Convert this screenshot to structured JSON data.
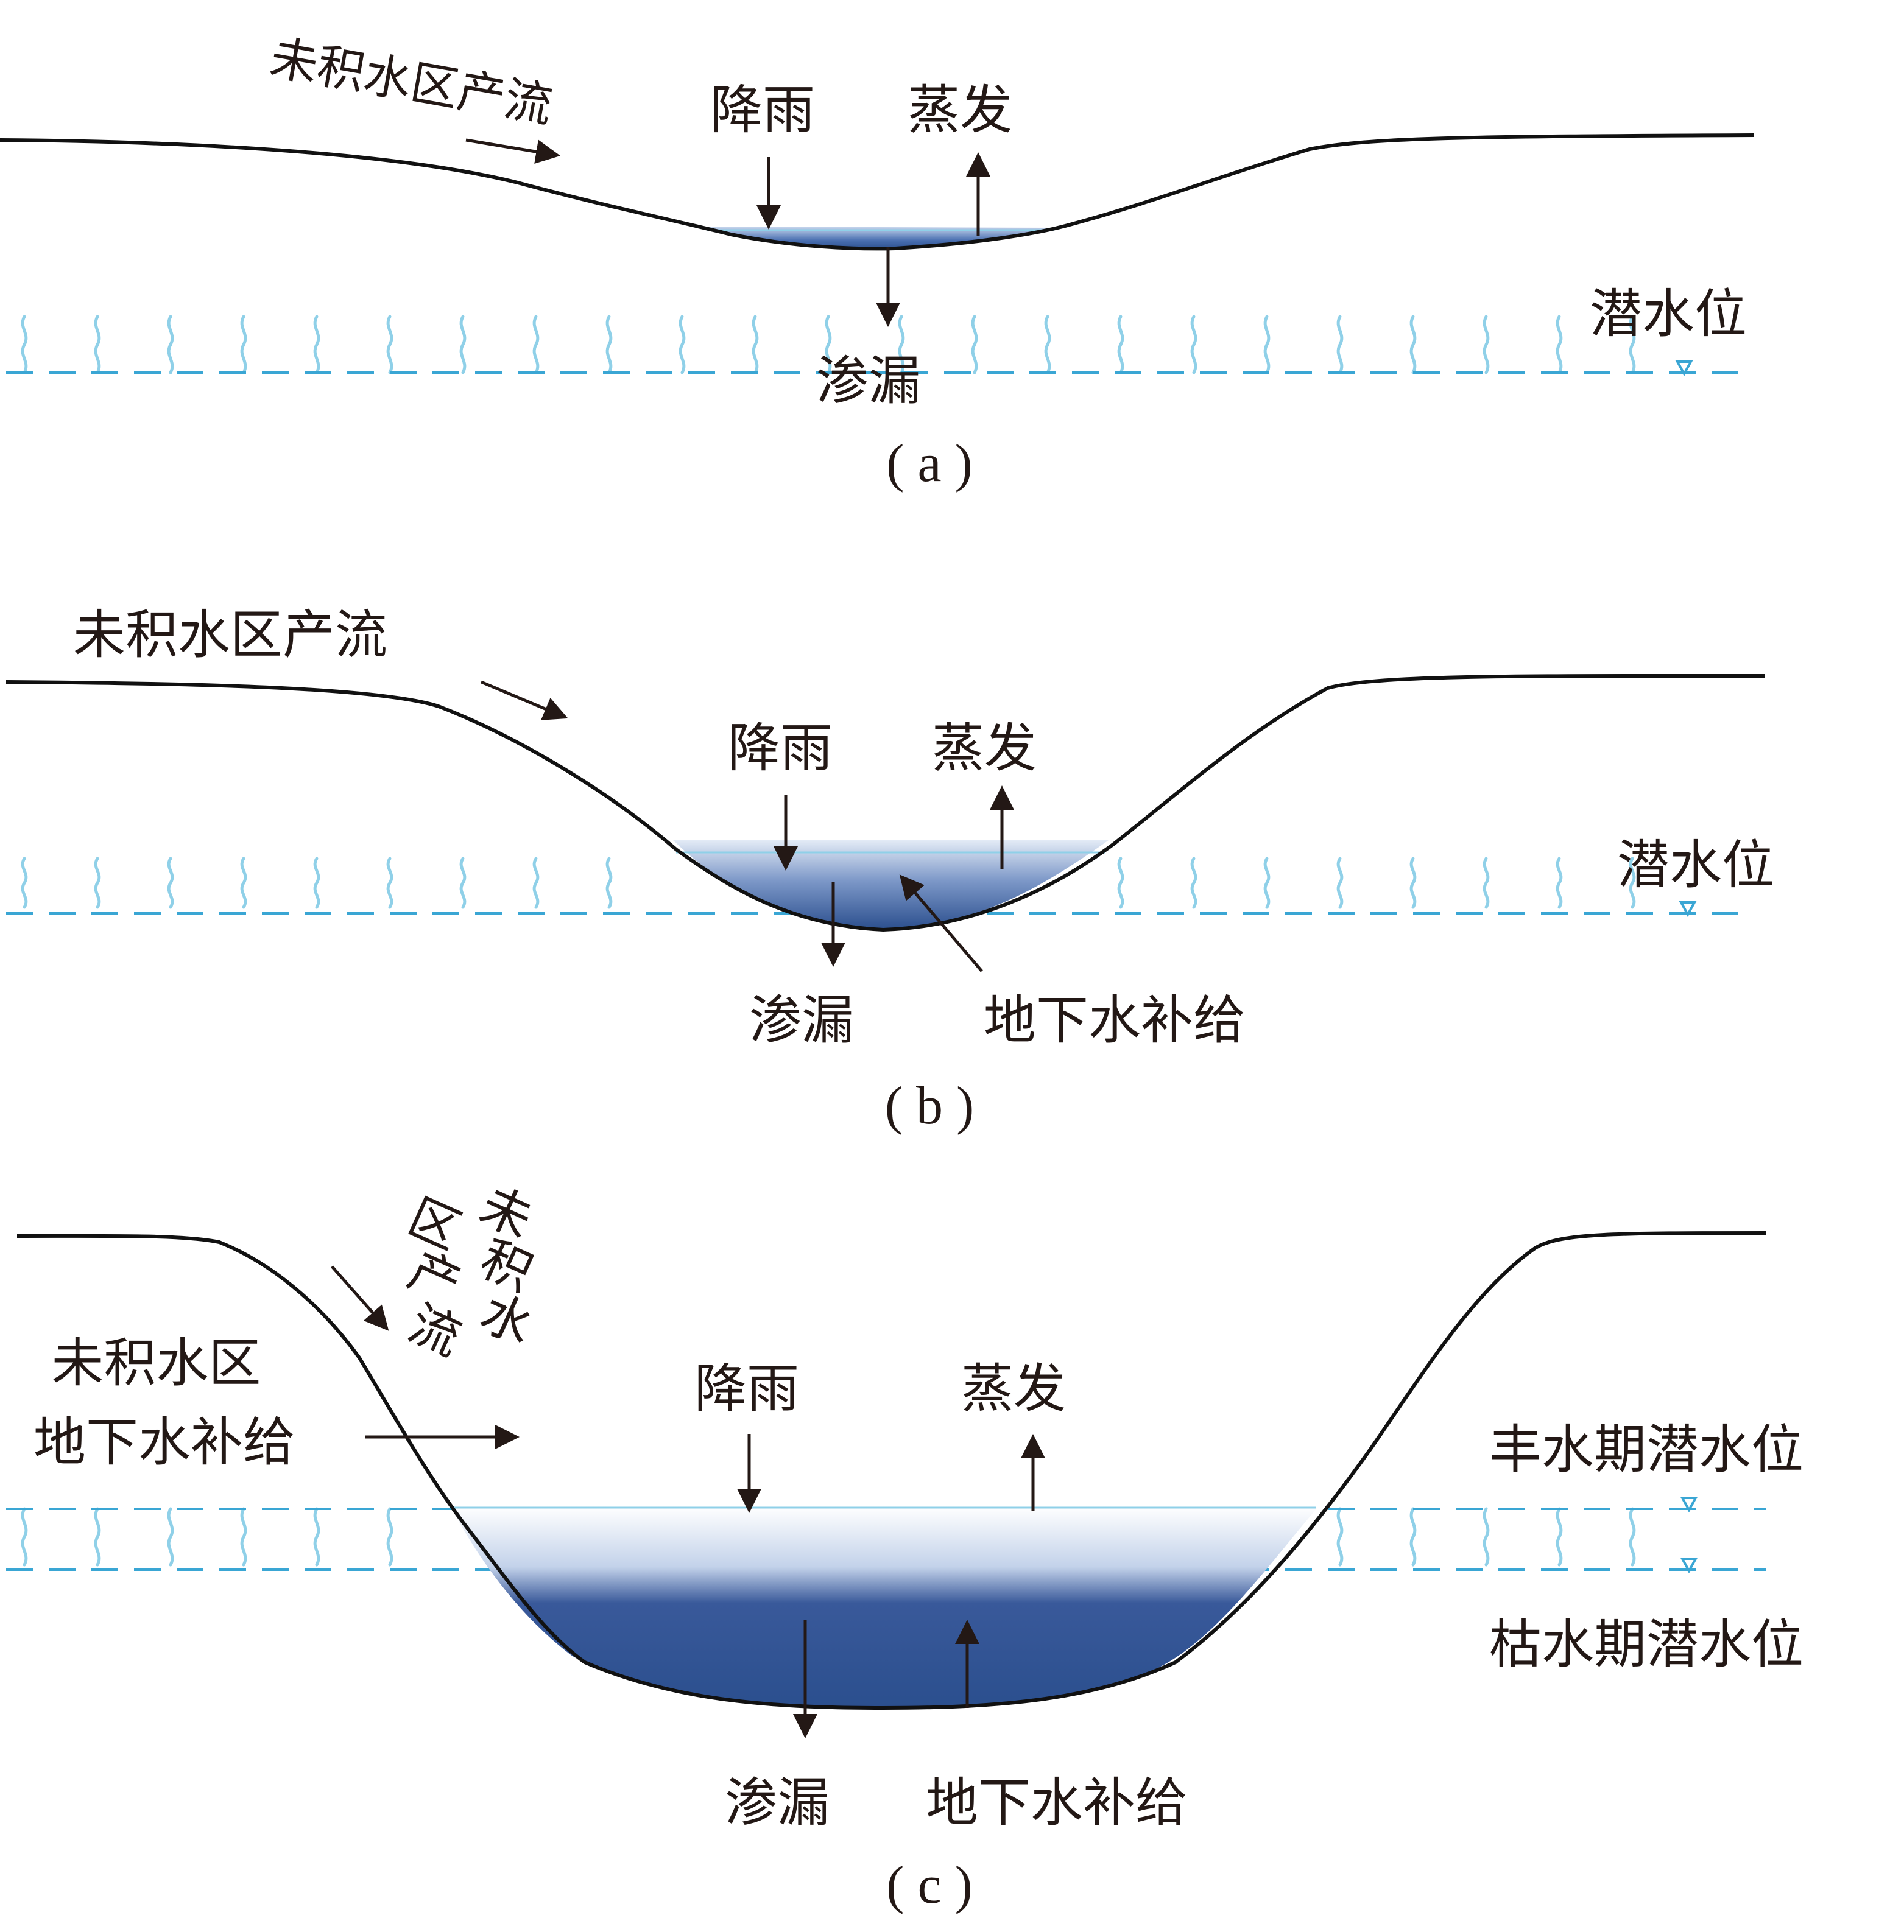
{
  "diagram": {
    "panels": [
      {
        "id": "a",
        "caption": "( a )",
        "labels": {
          "runoff": "未积水区产流",
          "rain": "降雨",
          "evaporation": "蒸发",
          "leakage": "渗漏",
          "water_table": "潜水位"
        }
      },
      {
        "id": "b",
        "caption": "( b )",
        "labels": {
          "runoff": "未积水区产流",
          "rain": "降雨",
          "evaporation": "蒸发",
          "leakage": "渗漏",
          "recharge": "地下水补给",
          "water_table": "潜水位"
        }
      },
      {
        "id": "c",
        "caption": "( c )",
        "labels": {
          "runoff": "未积水区产流",
          "lateral_recharge": [
            "未积水区",
            "地下水补给"
          ],
          "rain": "降雨",
          "evaporation": "蒸发",
          "leakage": "渗漏",
          "recharge": "地下水补给",
          "wet_season_water_table": "丰水期潜水位",
          "dry_season_water_table": "枯水期潜水位"
        }
      }
    ],
    "colors": {
      "terrain_line": "#111111",
      "arrow": "#231815",
      "water_table_dash": "#3aa6d4",
      "capillary_wave": "#8fd0e8",
      "pond_surface": "#8fd0e8",
      "water_light": "#d6e2f3",
      "water_dark": "#2b4f8e"
    }
  }
}
